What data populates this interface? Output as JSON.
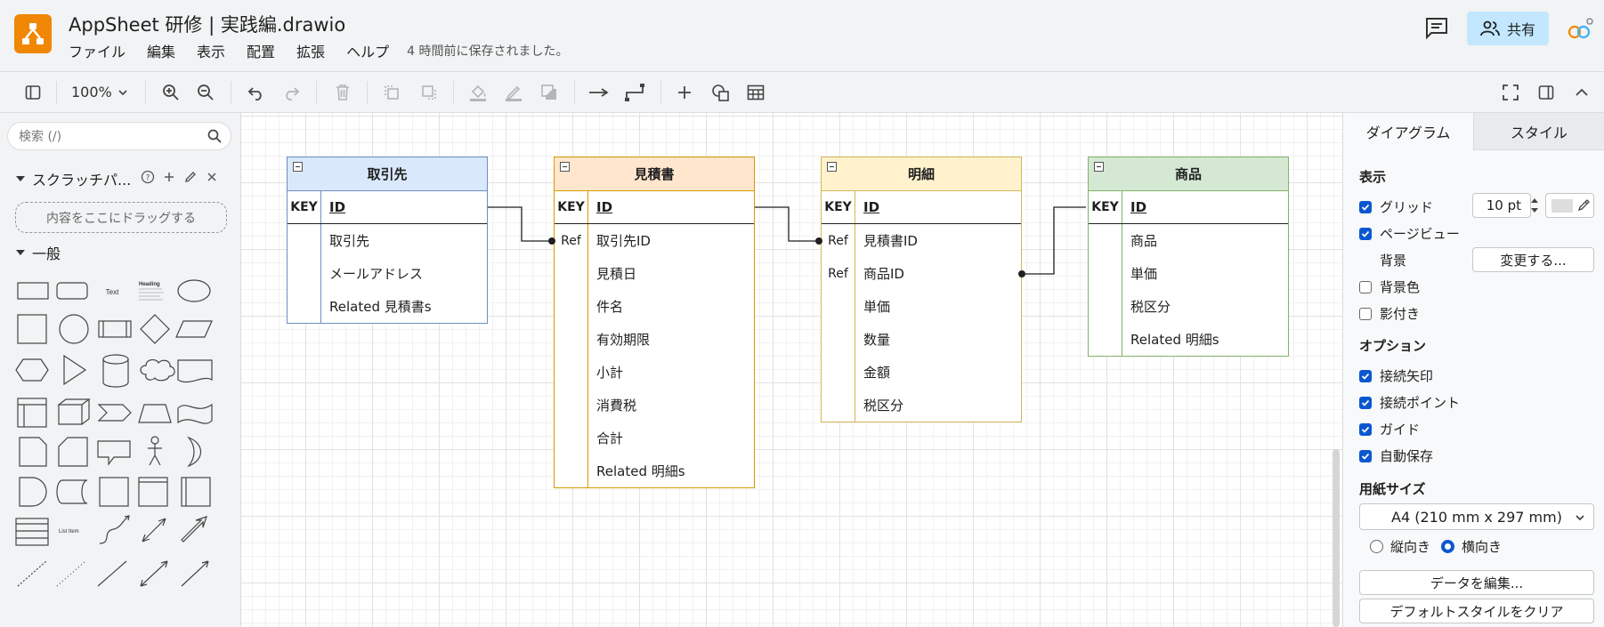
{
  "window": {
    "title": "AppSheet 研修 | 実践編.drawio"
  },
  "menu": {
    "items": [
      "ファイル",
      "編集",
      "表示",
      "配置",
      "拡張",
      "ヘルプ"
    ],
    "saved_status": "4 時間前に保存されました。"
  },
  "header": {
    "share_label": "共有"
  },
  "toolbar": {
    "zoom": "100%"
  },
  "left": {
    "search_placeholder": "検索 (/)",
    "scratchpad_label": "スクラッチパ...",
    "dropzone_label": "内容をここにドラッグする",
    "general_label": "一般",
    "shape_text": "Text",
    "shape_heading": "Heading",
    "shape_listitem": "List Item"
  },
  "diagram": {
    "entities": [
      {
        "title": "取引先",
        "theme": "blue",
        "rows": [
          {
            "key": "KEY",
            "field": "ID",
            "pk": true
          },
          {
            "key": "",
            "field": "取引先"
          },
          {
            "key": "",
            "field": "メールアドレス"
          },
          {
            "key": "",
            "field": "Related 見積書s"
          }
        ]
      },
      {
        "title": "見積書",
        "theme": "orange",
        "rows": [
          {
            "key": "KEY",
            "field": "ID",
            "pk": true
          },
          {
            "key": "Ref",
            "field": "取引先ID"
          },
          {
            "key": "",
            "field": "見積日"
          },
          {
            "key": "",
            "field": "件名"
          },
          {
            "key": "",
            "field": "有効期限"
          },
          {
            "key": "",
            "field": "小計"
          },
          {
            "key": "",
            "field": "消費税"
          },
          {
            "key": "",
            "field": "合計"
          },
          {
            "key": "",
            "field": "Related 明細s"
          }
        ]
      },
      {
        "title": "明細",
        "theme": "yellow",
        "rows": [
          {
            "key": "KEY",
            "field": "ID",
            "pk": true
          },
          {
            "key": "Ref",
            "field": "見積書ID"
          },
          {
            "key": "Ref",
            "field": "商品ID"
          },
          {
            "key": "",
            "field": "単価"
          },
          {
            "key": "",
            "field": "数量"
          },
          {
            "key": "",
            "field": "金額"
          },
          {
            "key": "",
            "field": "税区分"
          }
        ]
      },
      {
        "title": "商品",
        "theme": "green",
        "rows": [
          {
            "key": "KEY",
            "field": "ID",
            "pk": true
          },
          {
            "key": "",
            "field": "商品"
          },
          {
            "key": "",
            "field": "単価"
          },
          {
            "key": "",
            "field": "税区分"
          },
          {
            "key": "",
            "field": "Related 明細s"
          }
        ]
      }
    ]
  },
  "right": {
    "tab_diagram": "ダイアグラム",
    "tab_style": "スタイル",
    "view_section": "表示",
    "grid_label": "グリッド",
    "grid_size": "10 pt",
    "pageview_label": "ページビュー",
    "background_label": "背景",
    "change_button": "変更する...",
    "bgcolor_label": "背景色",
    "shadow_label": "影付き",
    "options_section": "オプション",
    "connection_arrows_label": "接続矢印",
    "connection_points_label": "接続ポイント",
    "guides_label": "ガイド",
    "autosave_label": "自動保存",
    "paper_section": "用紙サイズ",
    "paper_size": "A4 (210 mm x 297 mm)",
    "portrait_label": "縦向き",
    "landscape_label": "横向き",
    "edit_data_button": "データを編集...",
    "clear_style_button": "デフォルトスタイルをクリア"
  },
  "colors": {
    "accent": "#0b57d0",
    "share_bg": "#c2e7ff",
    "logo": "#f08705"
  }
}
